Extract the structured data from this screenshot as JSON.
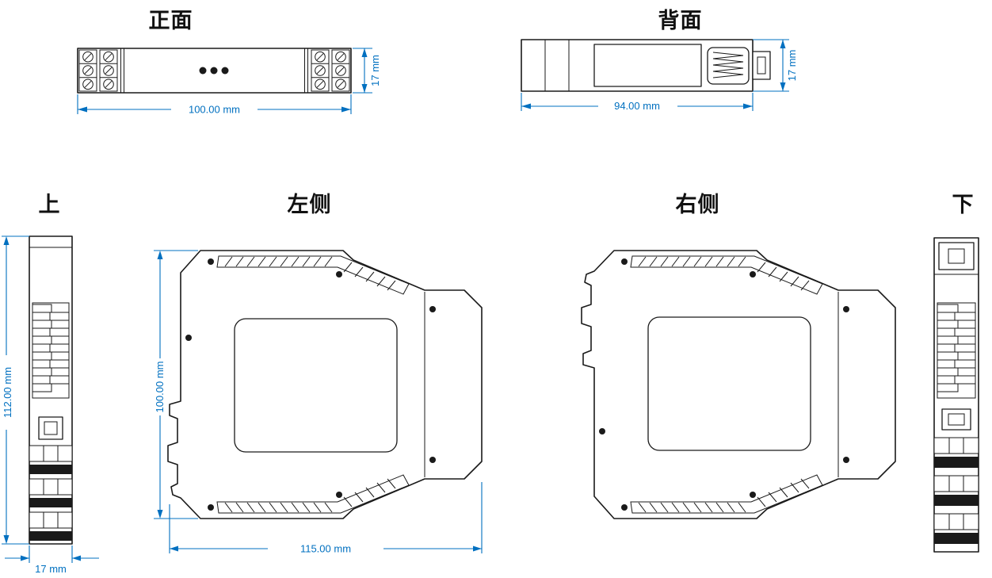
{
  "colors": {
    "line": "#1a1a1a",
    "dimension": "#0070C0",
    "background": "#ffffff"
  },
  "views": {
    "front": {
      "label": "正面",
      "length_dim": "100.00 mm",
      "height_dim": "17 mm"
    },
    "back": {
      "label": "背面",
      "length_dim": "94.00 mm",
      "height_dim": "17 mm"
    },
    "top": {
      "label": "上",
      "length_dim": "112.00 mm",
      "width_dim": "17 mm"
    },
    "left": {
      "label": "左侧",
      "height_dim": "100.00 mm",
      "width_dim": "115.00 mm"
    },
    "right": {
      "label": "右侧"
    },
    "bottom": {
      "label": "下"
    }
  }
}
